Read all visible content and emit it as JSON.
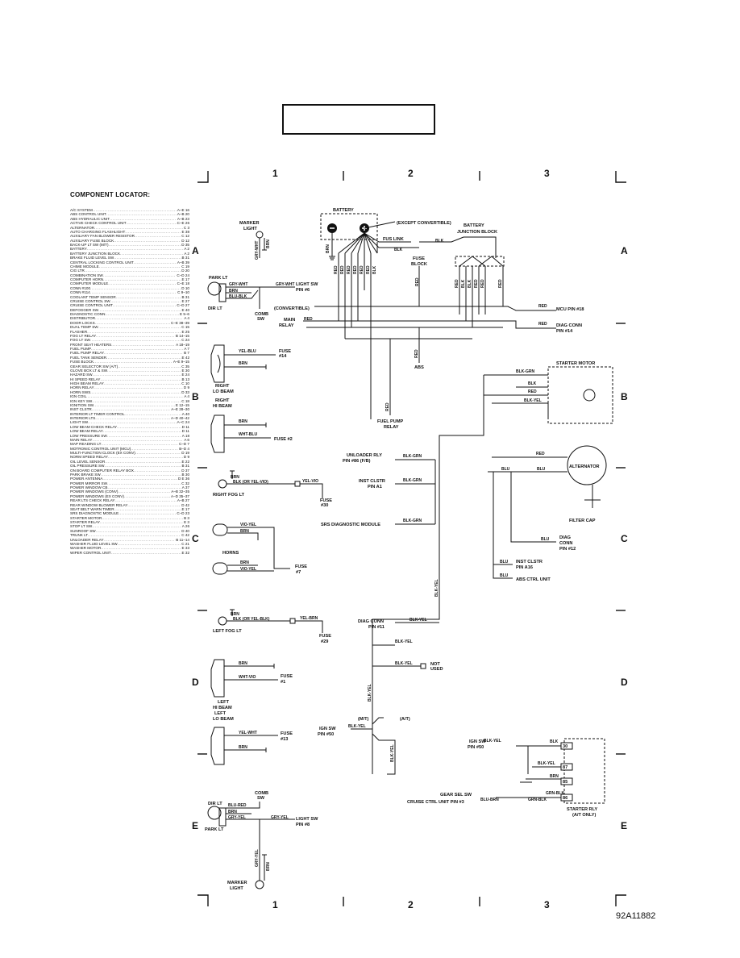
{
  "columns": [
    "1",
    "2",
    "3"
  ],
  "rows": [
    "A",
    "B",
    "C",
    "D",
    "E"
  ],
  "figure_id": "92A11882",
  "component_locator": {
    "title": "COMPONENT LOCATOR:",
    "items": [
      [
        "A/C SYSTEM",
        "A–E 16"
      ],
      [
        "ABS CONTROL UNIT",
        "A–B 20"
      ],
      [
        "ABS HYDRAULIC UNIT",
        "A–B 23"
      ],
      [
        "ACTIVE CHECK CONTROL UNIT",
        "C–E 26"
      ],
      [
        "ALTERNATOR",
        "C 3"
      ],
      [
        "AUTO CHARGING FLASHLIGHT",
        "E 38"
      ],
      [
        "AUXILIARY FAN BLOWER RESISTOR",
        "C 12"
      ],
      [
        "AUXILIARY FUSE BLOCK",
        "D 12"
      ],
      [
        "BACK-UP LT SW (M/T)",
        "D 35"
      ],
      [
        "BATTERY",
        "A 2"
      ],
      [
        "BATTERY JUNCTION BLOCK",
        "A 2"
      ],
      [
        "BRAKE FLUID LEVEL SW",
        "B 31"
      ],
      [
        "CENTRAL LOCKING CONTROL UNIT",
        "A–B 39"
      ],
      [
        "CHIME MODULE",
        "C 19"
      ],
      [
        "CIG LTR",
        "D 20"
      ],
      [
        "COMBINATION SW",
        "C–D 24"
      ],
      [
        "COMPUTER HORN",
        "E 17"
      ],
      [
        "COMPUTER MODULE",
        "C–E 18"
      ],
      [
        "CONN #100",
        "D 10"
      ],
      [
        "CONN #114",
        "C 9–10"
      ],
      [
        "COOLANT TEMP SENSOR",
        "B 31"
      ],
      [
        "CRUISE CONTROL SW",
        "E 27"
      ],
      [
        "CRUISE CONTROL UNIT",
        "C–D 27"
      ],
      [
        "DEFOGGER SW",
        "E 40"
      ],
      [
        "DIAGNOSTIC CONN",
        "E 5–6"
      ],
      [
        "DISTRIBUTOR",
        "A 4"
      ],
      [
        "DOOR LOCKS",
        "C–E 38–39"
      ],
      [
        "DUAL TEMP SW",
        "C 15"
      ],
      [
        "FLASHER",
        "E 25"
      ],
      [
        "FOG LT RELAY",
        "B 14–15"
      ],
      [
        "FOG LT SW",
        "C 24"
      ],
      [
        "FRONT SEAT HEATERS",
        "A 18–19"
      ],
      [
        "FUEL PUMP",
        "A 7"
      ],
      [
        "FUEL PUMP RELAY",
        "B 7"
      ],
      [
        "FUEL TANK SENDER",
        "E 42"
      ],
      [
        "FUSE BLOCK",
        "A–E 9–15"
      ],
      [
        "GEAR SELECTOR SW (A/T)",
        "C 35"
      ],
      [
        "GLOVE BOX LT & SW",
        "E 30"
      ],
      [
        "HAZARD SW",
        "E 24"
      ],
      [
        "HI SPEED RELAY",
        "B 13"
      ],
      [
        "HIGH BEAM RELAY",
        "C 10"
      ],
      [
        "HORN RELAY",
        "D 9"
      ],
      [
        "HORN SWS",
        "D 33"
      ],
      [
        "IGN COIL",
        "A 4"
      ],
      [
        "IGN KEY SW",
        "C 18"
      ],
      [
        "IGNITION SW",
        "E 12–15"
      ],
      [
        "INST CLSTR",
        "A–E 28–30"
      ],
      [
        "INTERIOR LT TIMER CONTROL",
        "A 40"
      ],
      [
        "INTERIOR LTS",
        "A–D 40–42"
      ],
      [
        "LIGHT SW",
        "A–C 24"
      ],
      [
        "LOW BEAM CHECK RELAY",
        "D 11"
      ],
      [
        "LOW BEAM RELAY",
        "D 11"
      ],
      [
        "LOW PRESSURE SW",
        "A 18"
      ],
      [
        "MAIN RELAY",
        "A 6"
      ],
      [
        "MAP READING LT",
        "C–D 7"
      ],
      [
        "MOTRONIC CONTROL UNIT (MCU)",
        "B–D 4"
      ],
      [
        "MULTI-FUNCTION CLOCK (EX CONV)",
        "D 19"
      ],
      [
        "NORM SPEED RELAY",
        "D 9"
      ],
      [
        "OIL LEVEL SENSOR",
        "E 22"
      ],
      [
        "OIL PRESSURE SW",
        "B 31"
      ],
      [
        "ON BOARD COMPUTER RELAY BOX",
        "D 37"
      ],
      [
        "PARK BRAKE SW",
        "B 30"
      ],
      [
        "POWER ANTENNA",
        "D E 36"
      ],
      [
        "POWER MIRROR SW",
        "C 32"
      ],
      [
        "POWER WINDOW CB",
        "A 37"
      ],
      [
        "POWER WINDOWS (CONV)",
        "A–B 32–35"
      ],
      [
        "POWER WINDOWS (EX CONV)",
        "A–D 35–37"
      ],
      [
        "REAR LTS CHECK RELAY",
        "A–B 27"
      ],
      [
        "REAR WINDOW BLOWER RELAY",
        "D 42"
      ],
      [
        "SEAT BELT WARN TIMER",
        "E 17"
      ],
      [
        "SRS DIAGNOSTIC MODULE",
        "C–D 23"
      ],
      [
        "STARTER MOTOR",
        "B 3"
      ],
      [
        "STARTER RELAY",
        "E 3"
      ],
      [
        "STOP LT SW",
        "A 26"
      ],
      [
        "SUNROOF SW",
        "D 40"
      ],
      [
        "TRUNK LT",
        "C 42"
      ],
      [
        "UNLOADER RELAY",
        "B 11–14"
      ],
      [
        "WASHER FLUID LEVEL SW",
        "C 21"
      ],
      [
        "WASHER MOTOR",
        "E 33"
      ],
      [
        "WIPER CONTROL UNIT",
        "E 32"
      ]
    ]
  },
  "labels": {
    "battery": "BATTERY",
    "except_conv": "(EXCEPT CONVERTIBLE)",
    "bjb1": "BATTERY",
    "bjb2": "JUNCTION BLOCK",
    "fus_link": "FUS LINK",
    "fuse_block1": "FUSE",
    "fuse_block2": "BLOCK",
    "marker1": "MARKER",
    "marker2": "LIGHT",
    "park_lt": "PARK LT",
    "dir_lt": "DIR LT",
    "comb1": "COMB",
    "comb2": "SW",
    "light_sw1": "LIGHT SW",
    "light_sw2": "PIN #6",
    "convertible": "(CONVERTIBLE)",
    "main1": "MAIN",
    "main2": "RELAY",
    "mcu": "MCU PIN #18",
    "diag1": "DIAG CONN",
    "diag2": "PIN #14",
    "abs": "ABS",
    "starter_motor": "STARTER MOTOR",
    "fuel1": "FUEL PUMP",
    "fuel2": "RELAY",
    "fuse14a": "FUSE",
    "fuse14b": "#14",
    "rlb1": "RIGHT",
    "rlb2": "LO BEAM",
    "rhb1": "RIGHT",
    "rhb2": "HI BEAM",
    "fuse2": "FUSE #2",
    "unl1": "UNLOADER RLY",
    "unl2": "PIN #86 (F/B)",
    "inst1": "INST CLSTR",
    "inst2": "PIN A1",
    "srs": "SRS DIAGNOSTIC MODULE",
    "alternator": "ALTERNATOR",
    "filter": "FILTER CAP",
    "right_fog": "RIGHT FOG LT",
    "fuse30a": "FUSE",
    "fuse30b": "#30",
    "horns": "HORNS",
    "fuse7a": "FUSE",
    "fuse7b": "#7",
    "diag12a": "DIAG",
    "diag12b": "CONN",
    "diag12c": "PIN #12",
    "inst16a": "INST CLSTR",
    "inst16b": "PIN A16",
    "abs_ctrl": "ABS CTRL UNIT",
    "diag11a": "DIAG CONN",
    "diag11b": "PIN #11",
    "left_fog": "LEFT FOG LT",
    "fuse29a": "FUSE",
    "fuse29b": "#29",
    "not_used1": "NOT",
    "not_used2": "USED",
    "lhb1": "LEFT",
    "lhb2": "HI BEAM",
    "fuse1a": "FUSE",
    "fuse1b": "#1",
    "mt": "(M/T)",
    "at": "(A/T)",
    "ign50a": "IGN SW",
    "ign50b": "PIN #50",
    "llb1": "LEFT",
    "llb2": "LO BEAM",
    "fuse13a": "FUSE",
    "fuse13b": "#13",
    "gear_sel": "GEAR SEL SW",
    "cruise": "CRUISE CTRL UNIT PIN #3",
    "starter_rly1": "STARTER RLY",
    "starter_rly2": "(A/T ONLY)",
    "light_sw8a": "LIGHT SW",
    "light_sw8b": "PIN #8",
    "t30": "30",
    "t87": "87",
    "t85": "85",
    "t86": "86"
  },
  "wires": {
    "brn": "BRN",
    "blk": "BLK",
    "red": "RED",
    "gry_wht": "GRY-WHT",
    "blu_blk": "BLU-BLK",
    "yel_blu": "YEL-BLU",
    "wht_blu": "WHT-BLU",
    "blk_grn": "BLK-GRN",
    "blk_yel": "BLK-YEL",
    "blu": "BLU",
    "blk_or_yel_vio": "BLK (OR YEL-VIO)",
    "yel_vio": "YEL-VIO",
    "vio_yel": "VIO-YEL",
    "blk_or_yel_blk": "BLK (OR YEL-BLK)",
    "yel_brn": "YEL-BRN",
    "wht_vio": "WHT-VIO",
    "yel_wht": "YEL-WHT",
    "grn_blk": "GRN-BLK",
    "blu_brn": "BLU-BRN",
    "blu_red": "BLU-RED",
    "gry_yel": "GRY-YEL"
  }
}
